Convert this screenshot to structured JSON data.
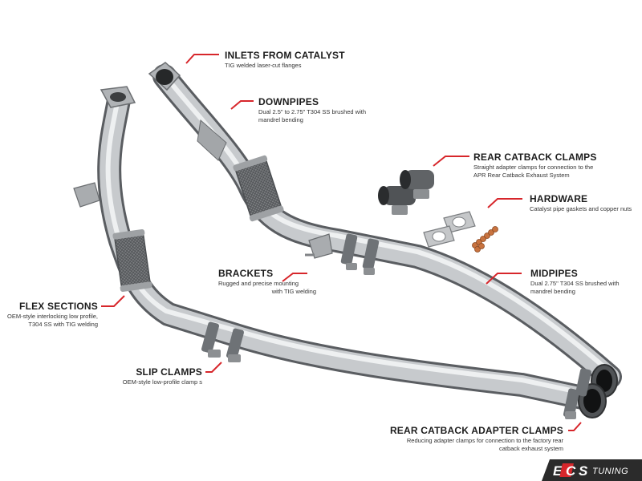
{
  "callouts": {
    "inlets": {
      "title": "INLETS FROM CATALYST",
      "desc": "TIG welded laser-cut flanges"
    },
    "downpipes": {
      "title": "DOWNPIPES",
      "desc_lines": [
        "Dual 2.5\" to 2.75\" T304 SS brushed with",
        "mandrel bending"
      ]
    },
    "rear_catback_clamps": {
      "title": "REAR CATBACK CLAMPS",
      "desc_lines": [
        "Straight adapter clamps for connection to the",
        "APR Rear Catback Exhaust System"
      ]
    },
    "hardware": {
      "title": "HARDWARE",
      "desc": "Catalyst pipe gaskets and copper nuts"
    },
    "brackets": {
      "title": "BRACKETS",
      "desc_lines": [
        "Rugged and precise mounting",
        "with TIG welding"
      ]
    },
    "midpipes": {
      "title": "MIDPIPES",
      "desc_lines": [
        "Dual 2.75\" T304 SS brushed with",
        "mandrel bending"
      ]
    },
    "flex_sections": {
      "title": "FLEX SECTIONS",
      "desc_lines": [
        "OEM-style interlocking low profile,",
        "T304 SS with TIG welding"
      ]
    },
    "slip_clamps": {
      "title": "SLIP CLAMPS",
      "desc": "OEM-style low-profile clamp s"
    },
    "rear_catback_adapter_clamps": {
      "title": "REAR CATBACK ADAPTER CLAMPS",
      "desc_lines": [
        "Reducing adapter clamps for connection to the factory rear",
        "catback exhaust system"
      ]
    }
  },
  "logo": {
    "brand_left": "E",
    "brand_mid": "C",
    "brand_right": "S",
    "brand_suffix": "TUNING"
  },
  "colors": {
    "leader": "#d7262b",
    "pipe": "#b9bcbf",
    "logo_bg": "#2b2b2b"
  }
}
